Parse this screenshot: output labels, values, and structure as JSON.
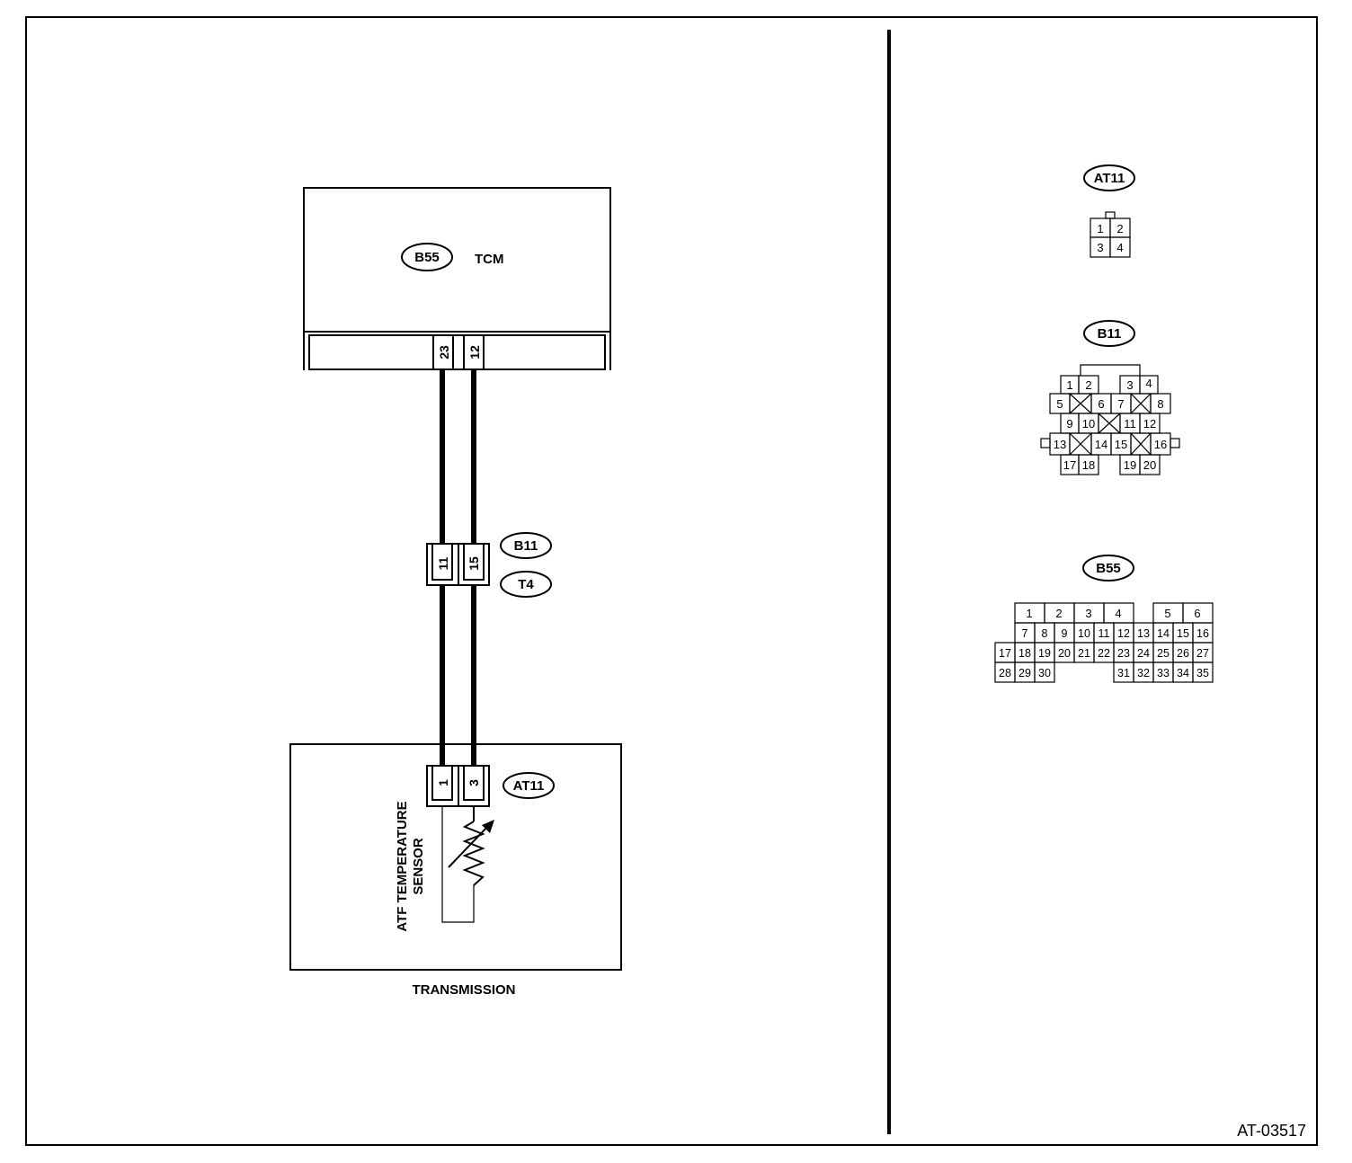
{
  "diagram": {
    "figure_id": "AT-03517",
    "tcm": {
      "connector_id": "B55",
      "name": "TCM",
      "pins": [
        "23",
        "12"
      ]
    },
    "joint": {
      "connector_ids": [
        "B11",
        "T4"
      ],
      "pins": [
        "11",
        "15"
      ]
    },
    "sensor": {
      "connector_id": "AT11",
      "pins": [
        "1",
        "3"
      ],
      "label_line1": "ATF TEMPERATURE",
      "label_line2": "SENSOR",
      "housing_label": "TRANSMISSION"
    },
    "connector_views": {
      "at11": {
        "id": "AT11",
        "pins": [
          "1",
          "2",
          "3",
          "4"
        ]
      },
      "b11": {
        "id": "B11",
        "pins": [
          "1",
          "2",
          "3",
          "4",
          "5",
          "6",
          "7",
          "8",
          "9",
          "10",
          "11",
          "12",
          "13",
          "14",
          "15",
          "16",
          "17",
          "18",
          "19",
          "20"
        ]
      },
      "b55": {
        "id": "B55",
        "pins": [
          "1",
          "2",
          "3",
          "4",
          "5",
          "6",
          "7",
          "8",
          "9",
          "10",
          "11",
          "12",
          "13",
          "14",
          "15",
          "16",
          "17",
          "18",
          "19",
          "20",
          "21",
          "22",
          "23",
          "24",
          "25",
          "26",
          "27",
          "28",
          "29",
          "30",
          "31",
          "32",
          "33",
          "34",
          "35"
        ]
      }
    }
  }
}
